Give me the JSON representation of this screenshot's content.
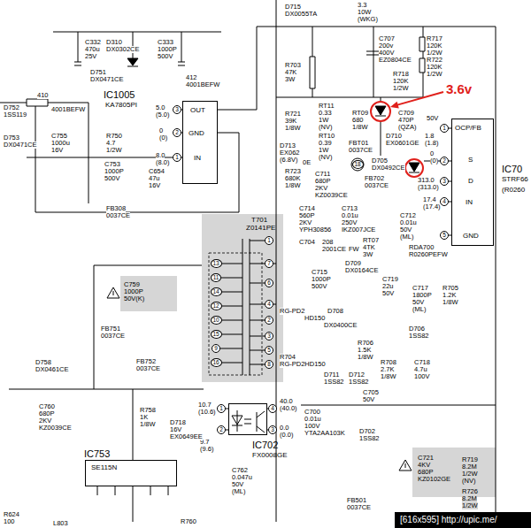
{
  "diagram": {
    "nodes": [
      {
        "text": [
          "IC1005",
          "KA7805PI",
          "OUT",
          "GND",
          "IN"
        ]
      },
      {
        "text": [
          "IC70",
          "STRF66",
          "(R0260",
          "OCP/FB",
          "S",
          "D",
          "IN",
          "GND"
        ]
      },
      {
        "text": [
          "T701",
          "Z0141PE"
        ]
      },
      {
        "text": [
          "IC702",
          "FX0008GE"
        ]
      },
      {
        "text": [
          "IC753",
          "SE115N"
        ]
      }
    ],
    "labels": [
      "D715",
      "DX0055TA",
      "3.3",
      "10W",
      "(WKG)",
      "C707",
      "200v",
      "400V",
      "EZ0804CE",
      "R717",
      "120K",
      "1/2W",
      "R722",
      "120K",
      "1/2W",
      "R718",
      "120K",
      "1/2W",
      "R703",
      "47K",
      "3W",
      "3.6v",
      "C709",
      "470P",
      "(QZA)",
      "50V",
      "R721",
      "39K",
      "1/8W",
      "RT11",
      "0.33",
      "1W",
      "(NV)",
      "RT09",
      "680",
      "1/8W",
      "RT10",
      "0.39",
      "1W",
      "(NV)",
      "FBT01",
      "0037CE",
      "D710",
      "EX0601GE",
      "D713",
      "EX062",
      "(6.8V)",
      "0E",
      "D705",
      "DX0492CE",
      "R723",
      "680K",
      "1/8W",
      "C711",
      "680P",
      "2KV",
      "KZ0039CE",
      "FB702",
      "0037CE",
      "18",
      "1.8",
      "(1.8)",
      "0",
      "(0)",
      "313.0",
      "(313.0)",
      "17.4",
      "(17.4)",
      "1",
      "2",
      "3",
      "4",
      "5",
      "RDA700",
      "R0260PEFW",
      "C712",
      "0.01u",
      "50V",
      "(ML)",
      "C714",
      "560P",
      "2KV",
      "YPH30856",
      "C713",
      "0.01u",
      "250V",
      "IKZ007JCE",
      "C704",
      "208",
      "2001CE",
      "FW",
      "RT07",
      "4TK",
      "3W",
      "D709",
      "DX0164CE",
      "C715",
      "1000P",
      "500V",
      "C719",
      "22u",
      "50V",
      "C717",
      "1800P",
      "50V",
      "(ML)",
      "R705",
      "1.2K",
      "1/8W",
      "RG-PD2",
      "HD150",
      "D708",
      "DX0400CE",
      "D706",
      "1SS82",
      "R706",
      "1.5K",
      "1/8W",
      "R704",
      "RG-PD2HD150",
      "R708",
      "2.7K",
      "1/8W",
      "C718",
      "4.7u",
      "100V",
      "D711",
      "1SS82",
      "D712",
      "1SS82",
      "C705",
      "50V",
      "C700",
      "0.01u",
      "100V",
      "YTA2AA103K",
      "D702",
      "1SS82",
      "10.7",
      "(10.6)",
      "9.7",
      "(9.6)",
      "40.0",
      "(40.0)",
      "0.0",
      "(0.0)",
      "1",
      "2",
      "4",
      "3",
      "C762",
      "0.047u",
      "50V",
      "(ML)",
      "C721",
      "4KV",
      "680P",
      "KZ0102GE",
      "R719",
      "8.2M",
      "1/2W",
      "(NV)",
      "R726",
      "8.2M",
      "1/2W",
      "FB501",
      "0037CE",
      "D758",
      "DX0461CE",
      "FB752",
      "0037CE",
      "C760",
      "680P",
      "2KV",
      "KZ0039CE",
      "R758",
      "1K",
      "1/8W",
      "D718",
      "16V",
      "EX0649EE",
      "R624",
      "100",
      "L803",
      "R760",
      "C759",
      "1000P",
      "50V(K)",
      "FB751",
      "0037CE",
      "FB308",
      "0037CE",
      "C332",
      "470u",
      "25V",
      "D310",
      "DX0302CE",
      "C333",
      "1000P",
      "500V",
      "D751",
      "DX0471CE",
      "412",
      "4001BEFW",
      "410",
      "4001BEFW",
      "D752",
      "1SS119",
      "D753",
      "DX0471CE",
      "C755",
      "1000u",
      "16V",
      "R750",
      "4.7",
      "1/2W",
      "C753",
      "1000P",
      "500V",
      "C654",
      "47u",
      "16V",
      "5.0",
      "(5.0)",
      "0",
      "(0)",
      "8.0",
      "(8.0)",
      "3",
      "2",
      "1",
      "13",
      "11",
      "14",
      "12",
      "10",
      "15",
      "9",
      "16",
      "1",
      "7",
      "6",
      "4",
      "2",
      "3",
      "5",
      "8",
      "[616x595] http://upic.me/"
    ]
  }
}
